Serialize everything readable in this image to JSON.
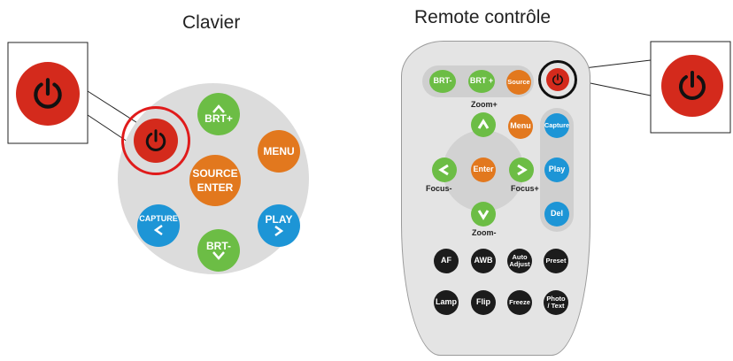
{
  "keypad": {
    "title": "Clavier",
    "brt_plus": "BRT+",
    "brt_minus": "BRT-",
    "menu": "MENU",
    "source": "SOURCE",
    "enter": "ENTER",
    "capture": "CAPTURE",
    "play": "PLAY"
  },
  "remote": {
    "title": "Remote contrôle",
    "brt_minus": "BRT-",
    "brt_plus": "BRT +",
    "source": "Source",
    "zoom_plus": "Zoom+",
    "zoom_minus": "Zoom-",
    "menu": "Menu",
    "capture": "Capture",
    "play": "Play",
    "del": "Del",
    "enter": "Enter",
    "focus_minus": "Focus-",
    "focus_plus": "Focus+",
    "af": "AF",
    "awb": "AWB",
    "auto": "Auto",
    "adjust": "Adjust",
    "preset": "Preset",
    "lamp": "Lamp",
    "flip": "Flip",
    "freeze": "Freeze",
    "photo": "Photo",
    "text": "/ Text"
  },
  "colors": {
    "power_red": "#d42a1c",
    "green": "#6cbd45",
    "orange": "#e2781e",
    "blue": "#1d95d6",
    "highlight_keypad": "#e01b1b",
    "highlight_remote": "#111111"
  },
  "icons": [
    "power-icon",
    "arrow-up-icon",
    "arrow-down-icon",
    "arrow-left-icon",
    "arrow-right-icon"
  ]
}
